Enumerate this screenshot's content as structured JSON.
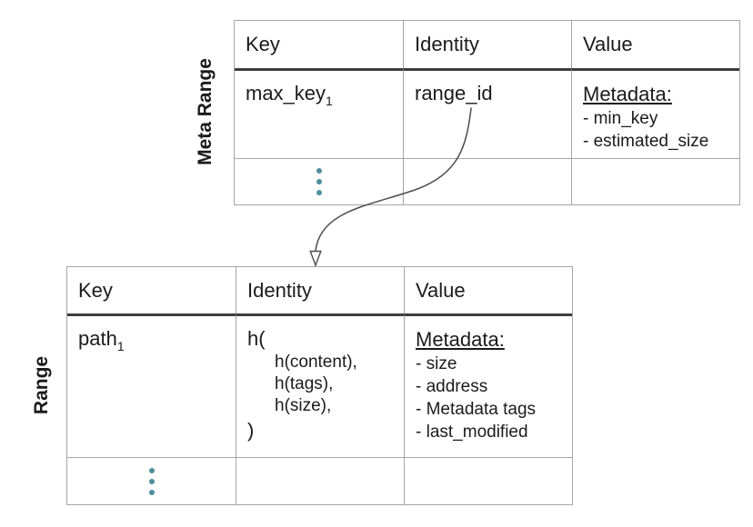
{
  "colors": {
    "border": "#a6a6a6",
    "header_rule": "#3d3d3d",
    "dots": "#4e8e9d",
    "arrow": "#4d4d4d",
    "text": "#1b1b1b"
  },
  "meta_range_table": {
    "label": "Meta Range",
    "headers": [
      "Key",
      "Identity",
      "Value"
    ],
    "row1": {
      "key": "max_key",
      "key_subscript": "1",
      "identity": "range_id",
      "value_heading": "Metadata:",
      "value_items": [
        "- min_key",
        "- estimated_size"
      ]
    }
  },
  "range_table": {
    "label": "Range",
    "headers": [
      "Key",
      "Identity",
      "Value"
    ],
    "row1": {
      "key": "path",
      "key_subscript": "1",
      "identity_open": "h(",
      "identity_args": [
        "h(content),",
        "h(tags),",
        "h(size),"
      ],
      "identity_close": ")",
      "value_heading": "Metadata:",
      "value_items": [
        "- size",
        "- address",
        "- Metadata tags",
        "- last_modified"
      ]
    }
  },
  "arrow": {
    "from": "range_id",
    "to": "Identity"
  }
}
